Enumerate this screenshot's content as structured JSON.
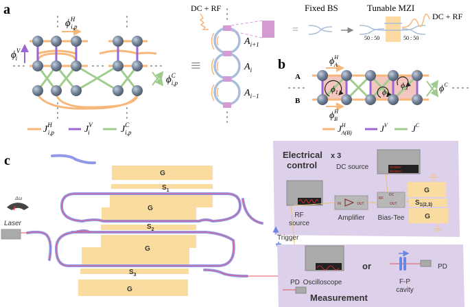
{
  "colors": {
    "hopping_h": "#f7b77a",
    "hopping_v": "#9a66d6",
    "hopping_c": "#9fcc8e",
    "node": "#6f7f95",
    "ring": "#a8bedb",
    "coupler": "#d49ad4",
    "electrode": "#fbdca0",
    "box": "#d9cbe6"
  },
  "panel_a": {
    "label": "a",
    "phi_h": {
      "sym": "ϕ",
      "sup": "H",
      "sub": "i,p"
    },
    "phi_v": {
      "sym": "ϕ",
      "sup": "V",
      "sub": "i"
    },
    "phi_c": {
      "sym": "ϕ",
      "sup": "C",
      "sub": "i,p"
    },
    "equiv": "≡",
    "dc_rf": "DC + RF",
    "rings": [
      {
        "sym": "A",
        "sub": "i+1"
      },
      {
        "sym": "A",
        "sub": "i"
      },
      {
        "sym": "A",
        "sub": "i−1"
      }
    ],
    "legend": [
      {
        "sym": "J",
        "sup": "H",
        "sub": "i,p"
      },
      {
        "sym": "J",
        "sup": "V",
        "sub": "i"
      },
      {
        "sym": "J",
        "sup": "C",
        "sub": "i,p"
      }
    ],
    "equals": "=",
    "fixed_bs": "Fixed BS",
    "tunable_mzi": "Tunable MZI",
    "ratio_left": "50 : 50",
    "ratio_right": "50 : 50",
    "mzi_dc_rf": "DC + RF"
  },
  "panel_b": {
    "label": "b",
    "row_a": "A",
    "row_b": "B",
    "phi_a": {
      "sym": "ϕ",
      "sup": "H",
      "sub": "A"
    },
    "phi_b": {
      "sym": "ϕ",
      "sup": "H",
      "sub": "B"
    },
    "phi_1": {
      "sym": "ϕ",
      "sub": "1"
    },
    "phi_2": {
      "sym": "ϕ",
      "sub": "2"
    },
    "phi_3": {
      "sym": "ϕ",
      "sub": "3"
    },
    "phi_c": {
      "sym": "ϕ",
      "sup": "C"
    },
    "legend": [
      {
        "sym": "J",
        "sup": "H",
        "sub": "A(B)"
      },
      {
        "sym": "J",
        "sup": "V"
      },
      {
        "sym": "J",
        "sup": "C"
      }
    ]
  },
  "panel_c": {
    "label": "c",
    "laser": "Laser",
    "delta_omega": "Δω",
    "electrodes": [
      {
        "label": "G"
      },
      {
        "label": "S",
        "sub": "1"
      },
      {
        "label": "G"
      },
      {
        "label": "S",
        "sub": "2"
      },
      {
        "label": "G"
      },
      {
        "label": "S",
        "sub": "3"
      },
      {
        "label": "G"
      }
    ],
    "electrical_control": {
      "title_line1": "Electrical",
      "title_line2": "control",
      "multiplier": "x 3"
    },
    "dc_source": {
      "label": "DC source",
      "readout1": "10.000V",
      "readout2": "00.000A"
    },
    "rf_source": {
      "line1": "RF",
      "line2": "source"
    },
    "amplifier": {
      "label": "Amplifier",
      "in": "IN",
      "out": "OUT"
    },
    "bias_tee": {
      "label": "Bias-Tee",
      "rf": "RF",
      "dc": "DC",
      "out": "OUT"
    },
    "chip_electrodes": {
      "g_top": "G",
      "s": "S",
      "s_sub": "1(2,3)",
      "g_bottom": "G"
    },
    "trigger": "Trigger",
    "measurement": "Measurement",
    "oscilloscope": "Oscilloscope",
    "pd_left": "PD",
    "or": "or",
    "fp_cavity": {
      "line1": "F-P",
      "line2": "cavity"
    },
    "pd_right": "PD"
  }
}
